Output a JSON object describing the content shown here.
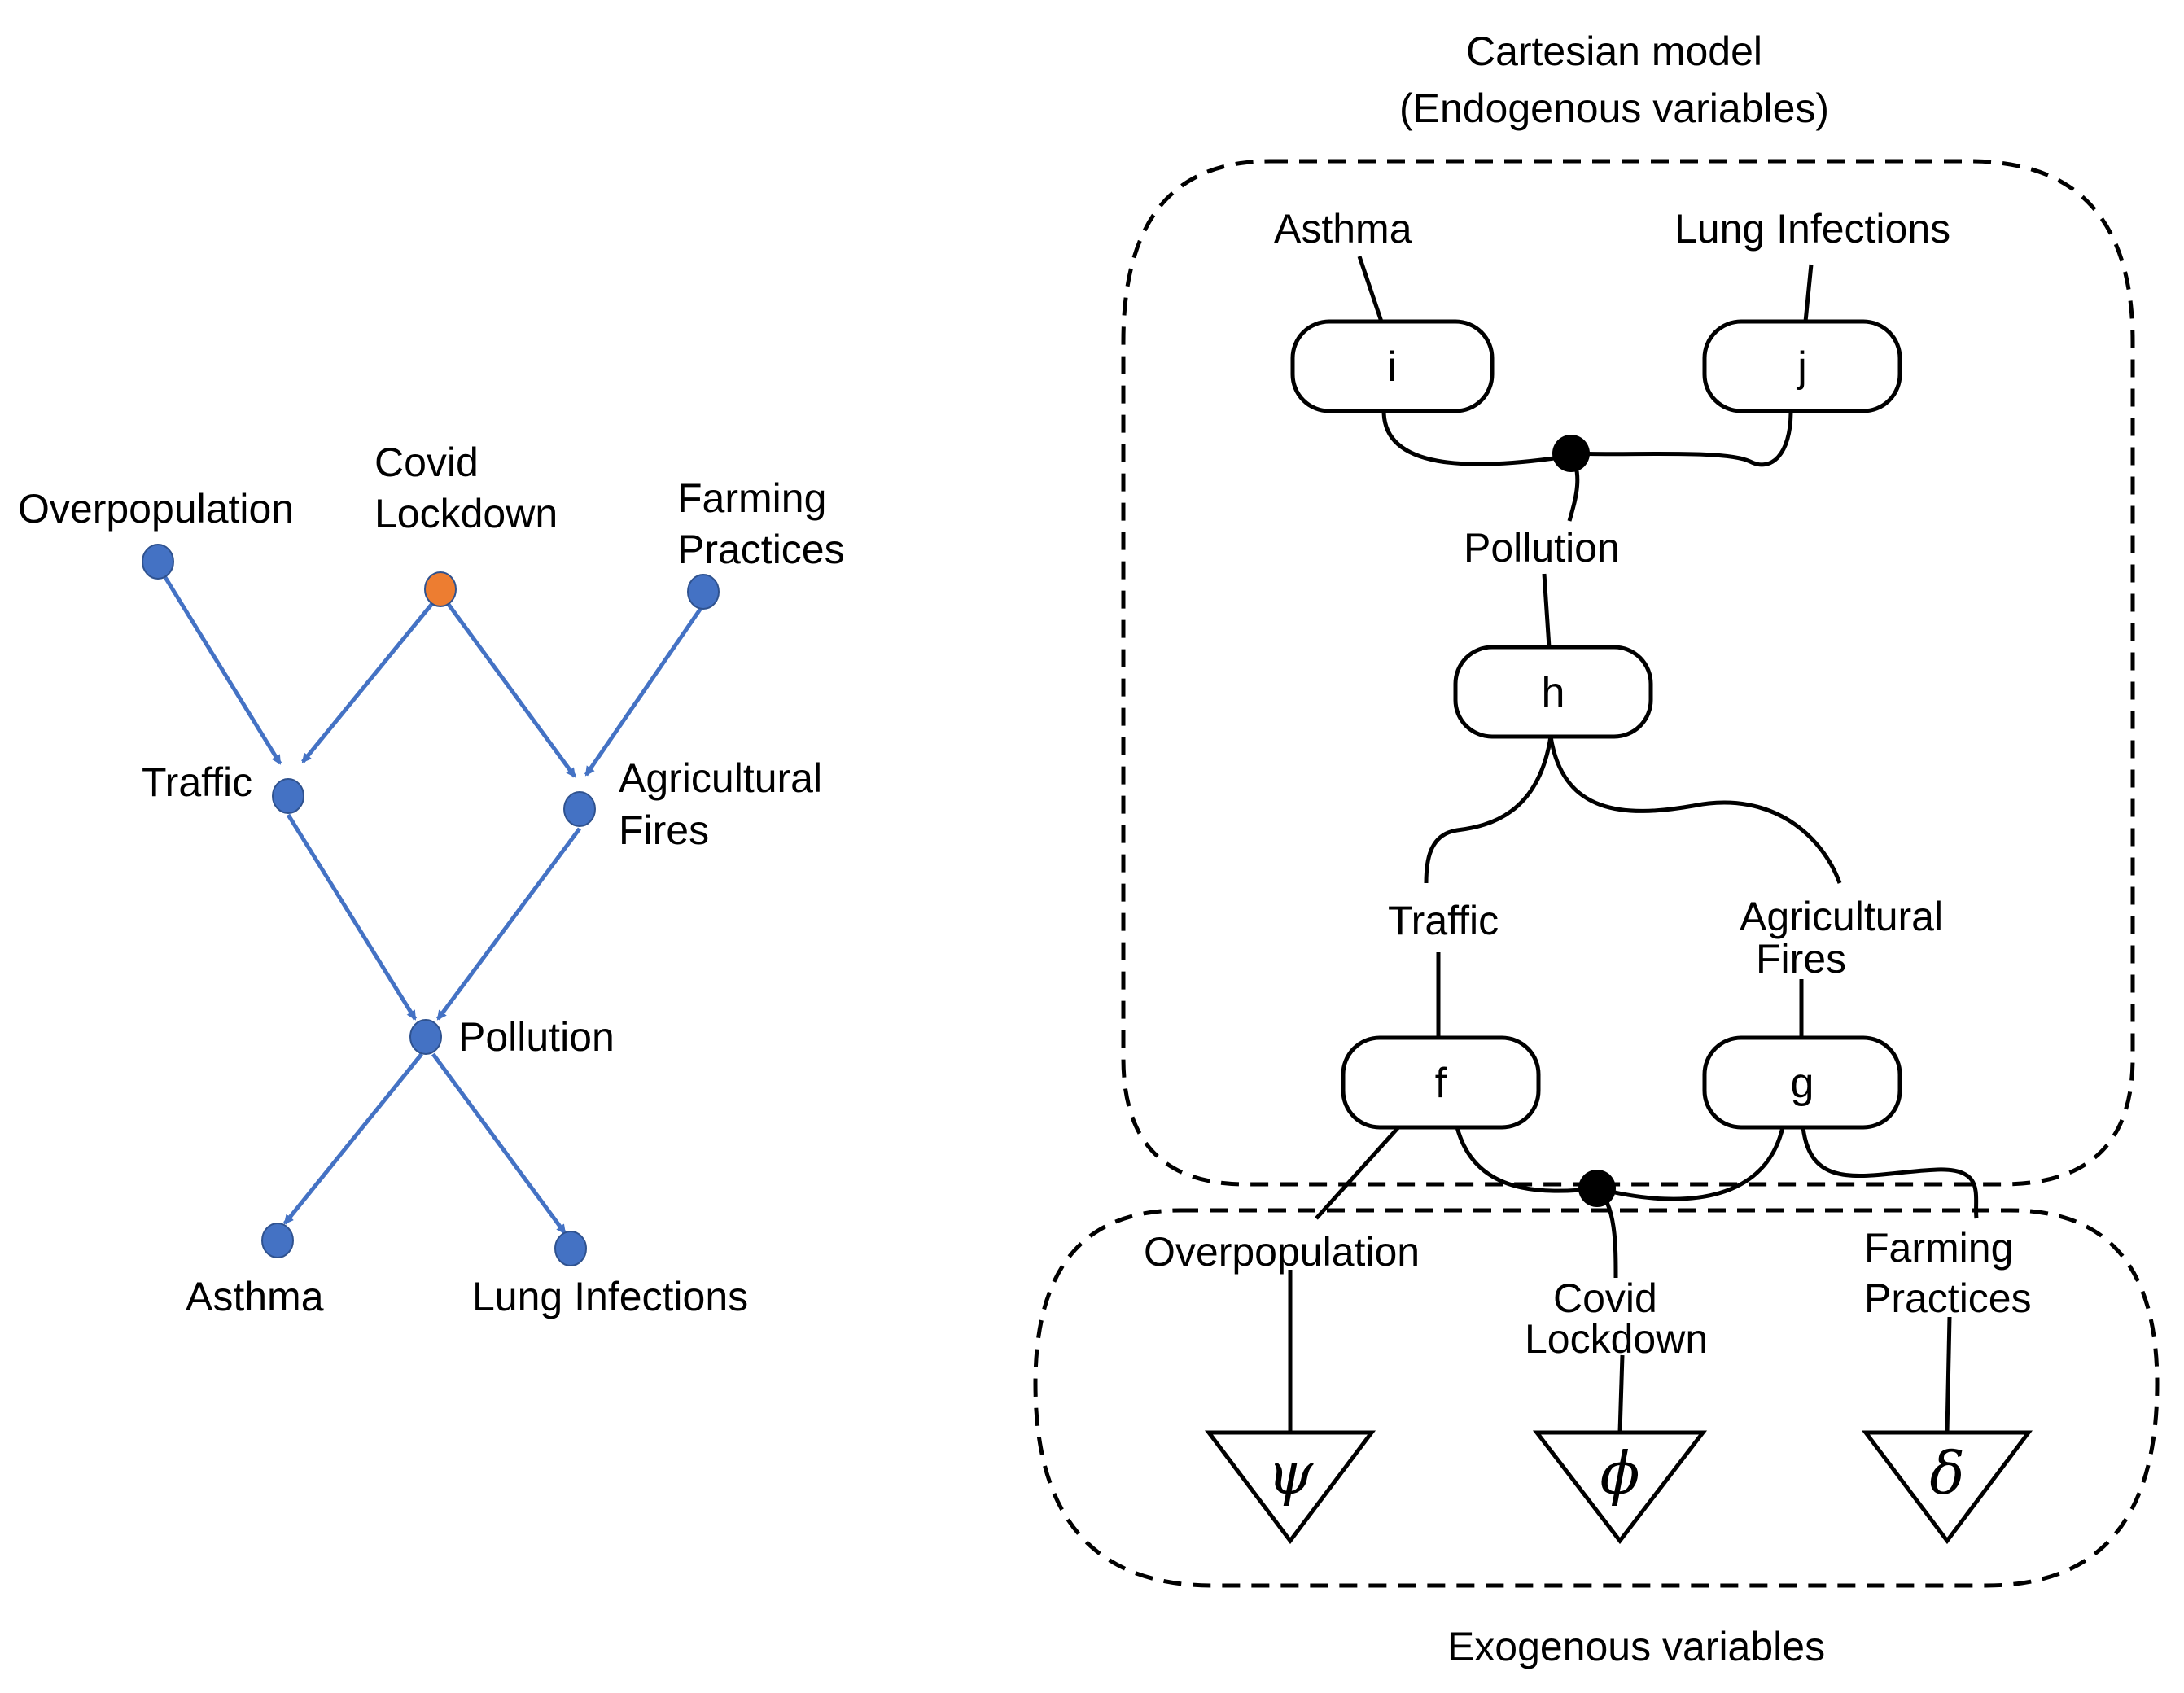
{
  "colors": {
    "node_blue": "#4472c4",
    "node_orange": "#ed7d31",
    "edge_blue": "#4472c4",
    "ink": "#000000"
  },
  "left_graph": {
    "nodes": {
      "overpopulation": "Overpopulation",
      "covid_line1": "Covid",
      "covid_line2": "Lockdown",
      "farming_line1": "Farming",
      "farming_line2": "Practices",
      "traffic": "Traffic",
      "agri_line1": "Agricultural",
      "agri_line2": "Fires",
      "pollution": "Pollution",
      "asthma": "Asthma",
      "lung": "Lung Infections"
    },
    "highlighted_node": "Covid Lockdown"
  },
  "right_diagram": {
    "title_line1": "Cartesian model",
    "title_line2": "(Endogenous  variables)",
    "footer": "Exogenous variables",
    "boxes": {
      "i": "i",
      "j": "j",
      "h": "h",
      "f": "f",
      "g": "g"
    },
    "wire_labels": {
      "asthma": "Asthma",
      "lung": "Lung Infections",
      "pollution": "Pollution",
      "traffic": "Traffic",
      "agri_line1": "Agricultural",
      "agri_line2": "Fires",
      "overpopulation": "Overpopulation",
      "covid_line1": "Covid",
      "covid_line2": "Lockdown",
      "farming_line1": "Farming",
      "farming_line2": "Practices"
    },
    "states": {
      "psi": "ψ",
      "phi": "ϕ",
      "delta": "δ"
    }
  }
}
